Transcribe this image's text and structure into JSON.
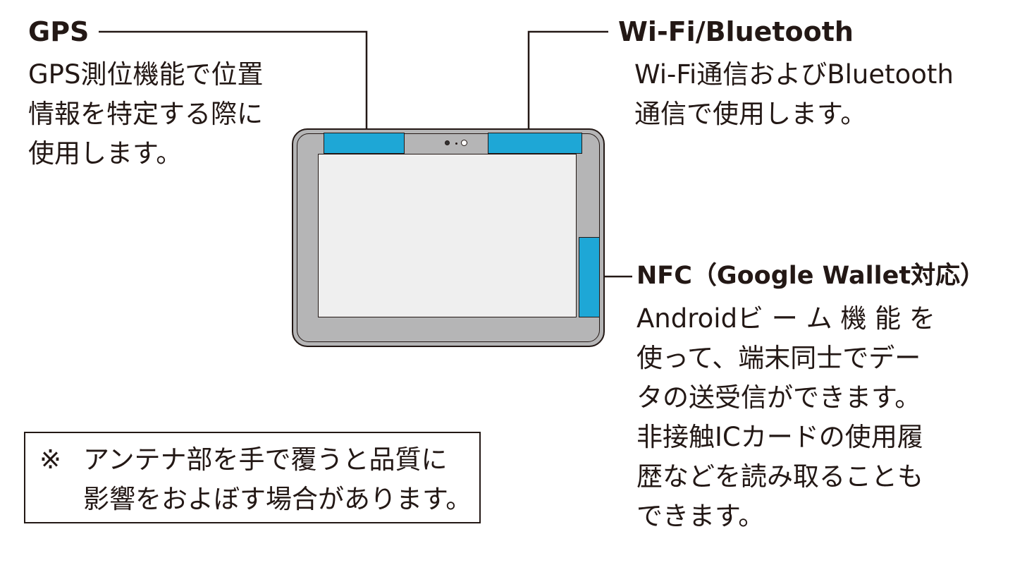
{
  "gps": {
    "title": "GPS",
    "lines": [
      "GPS測位機能で位置",
      "情報を特定する際に",
      "使用します。"
    ]
  },
  "wifi": {
    "title": "Wi-Fi/Bluetooth",
    "lines": [
      "Wi-Fi通信およびBluetooth",
      "通信で使用します。"
    ]
  },
  "nfc": {
    "title": "NFC（Google Wallet対応）",
    "lines": [
      "Androidビ ー ム 機 能 を",
      "使って、端末同士でデー",
      "タの送受信ができます。",
      "非接触ICカードの使用履",
      "歴などを読み取ることも",
      "できます。"
    ]
  },
  "note": {
    "mark": "※",
    "lines": [
      "アンテナ部を手で覆うと品質に",
      "影響をおよぼす場合があります。"
    ]
  },
  "colors": {
    "antenna": "#1ea7d6",
    "tablet_body": "#b5b5b6",
    "screen": "#efefef",
    "line": "#231815"
  }
}
